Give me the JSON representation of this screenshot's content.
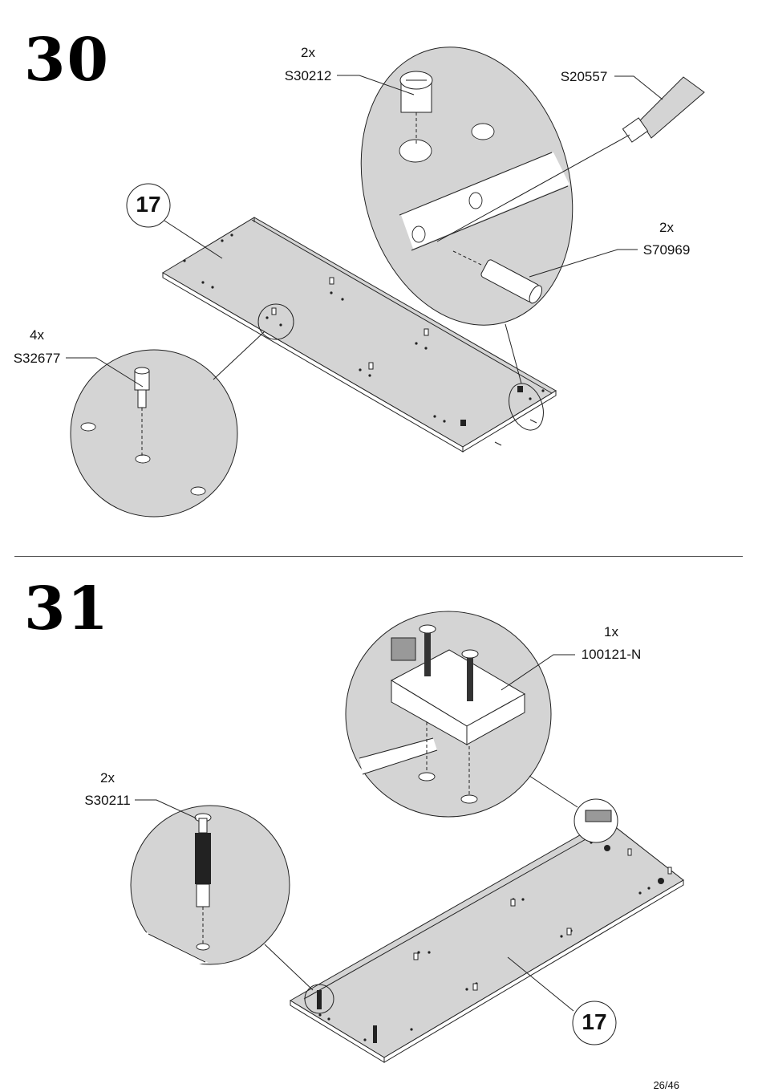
{
  "steps": [
    {
      "number": "30",
      "part_badge": "17",
      "callouts": [
        {
          "qty": "2x",
          "code": "S30212"
        },
        {
          "qty": "",
          "code": "S20557"
        },
        {
          "qty": "2x",
          "code": "S70969"
        },
        {
          "qty": "4x",
          "code": "S32677"
        }
      ]
    },
    {
      "number": "31",
      "part_badge": "17",
      "callouts": [
        {
          "qty": "1x",
          "code": "100121-N"
        },
        {
          "qty": "2x",
          "code": "S30211"
        }
      ]
    }
  ],
  "page": {
    "number": "26/46"
  }
}
